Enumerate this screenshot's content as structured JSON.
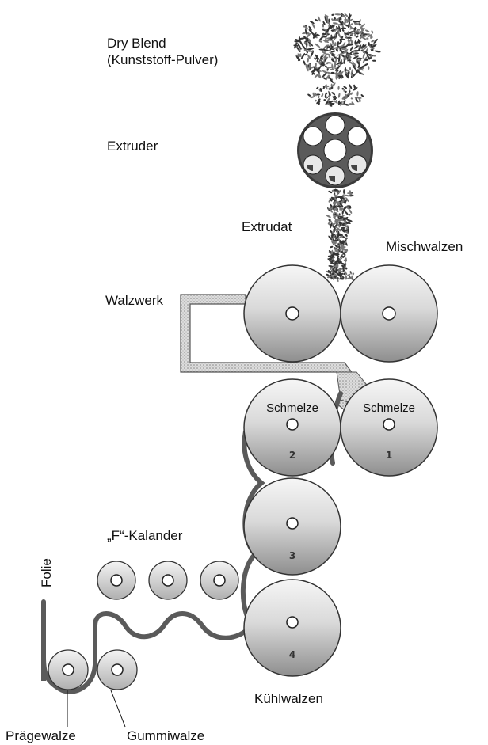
{
  "labels": {
    "dry_blend_line1": "Dry Blend",
    "dry_blend_line2": "(Kunststoff-Pulver)",
    "extruder": "Extruder",
    "extrudat": "Extrudat",
    "mischwalzen": "Mischwalzen",
    "walzwerk": "Walzwerk",
    "schmelze_left": "Schmelze",
    "schmelze_right": "Schmelze",
    "f_kalander": "„F“-Kalander",
    "folie": "Folie",
    "kuehlwalzen": "Kühlwalzen",
    "praegewalze": "Prägewalze",
    "gummiwalze": "Gummiwalze"
  },
  "roll_numbers": {
    "roll_2": "2",
    "roll_1": "1",
    "roll_3": "3",
    "roll_4": "4"
  },
  "colors": {
    "roll_light": "#f4f4f4",
    "roll_dark": "#8a8a8a",
    "film": "#555555",
    "outline": "#333333"
  }
}
